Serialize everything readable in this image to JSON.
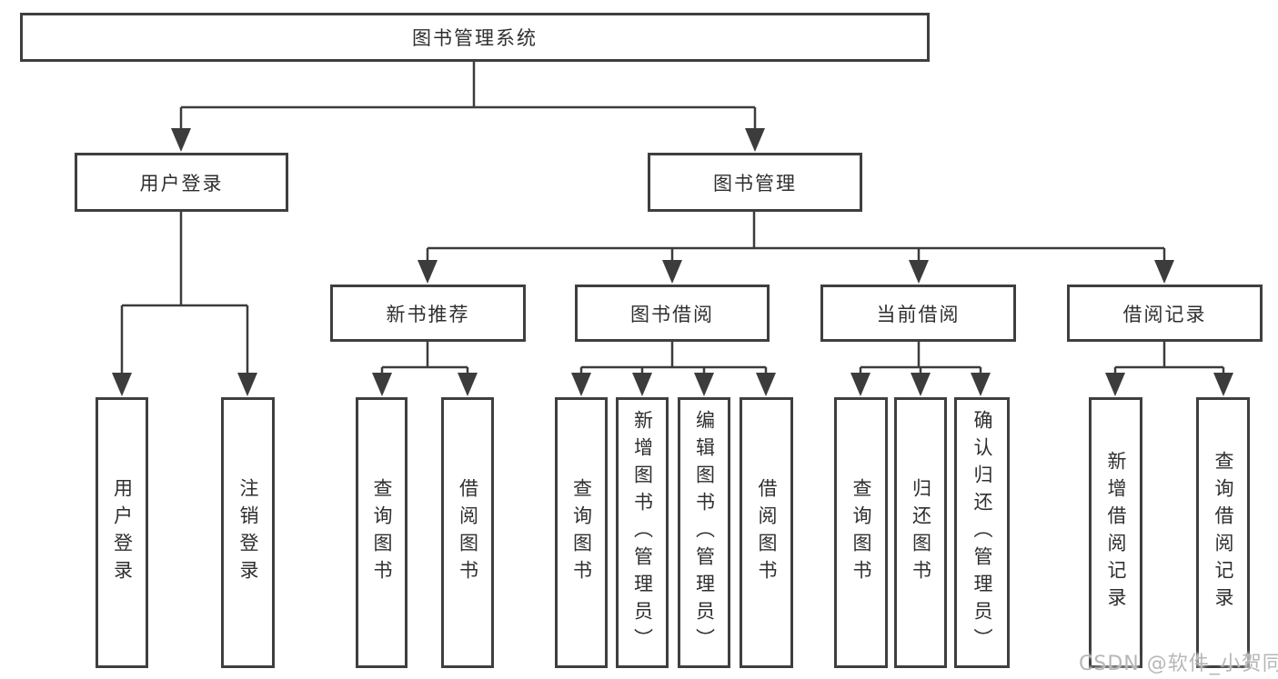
{
  "tree": {
    "root": {
      "label": "图书管理系统"
    },
    "children": [
      {
        "label": "用户登录",
        "children": [
          {
            "label": "用户登录"
          },
          {
            "label": "注销登录"
          }
        ]
      },
      {
        "label": "图书管理",
        "children": [
          {
            "label": "新书推荐",
            "children": [
              {
                "label": "查询图书"
              },
              {
                "label": "借阅图书"
              }
            ]
          },
          {
            "label": "图书借阅",
            "children": [
              {
                "label": "查询图书"
              },
              {
                "label": "新增图书（管理员）"
              },
              {
                "label": "编辑图书（管理员）"
              },
              {
                "label": "借阅图书"
              }
            ]
          },
          {
            "label": "当前借阅",
            "children": [
              {
                "label": "查询图书"
              },
              {
                "label": "归还图书"
              },
              {
                "label": "确认归还（管理员）"
              }
            ]
          },
          {
            "label": "借阅记录",
            "children": [
              {
                "label": "新增借阅记录"
              },
              {
                "label": "查询借阅记录"
              }
            ]
          }
        ]
      }
    ]
  },
  "watermark": {
    "text": "CSDN @软件_小贺同学"
  },
  "colors": {
    "line": "#3c3c3c",
    "border": "#3f3f3f",
    "text": "#2f2f2f",
    "watermark": "#b7b7b7",
    "bg": "#ffffff"
  }
}
